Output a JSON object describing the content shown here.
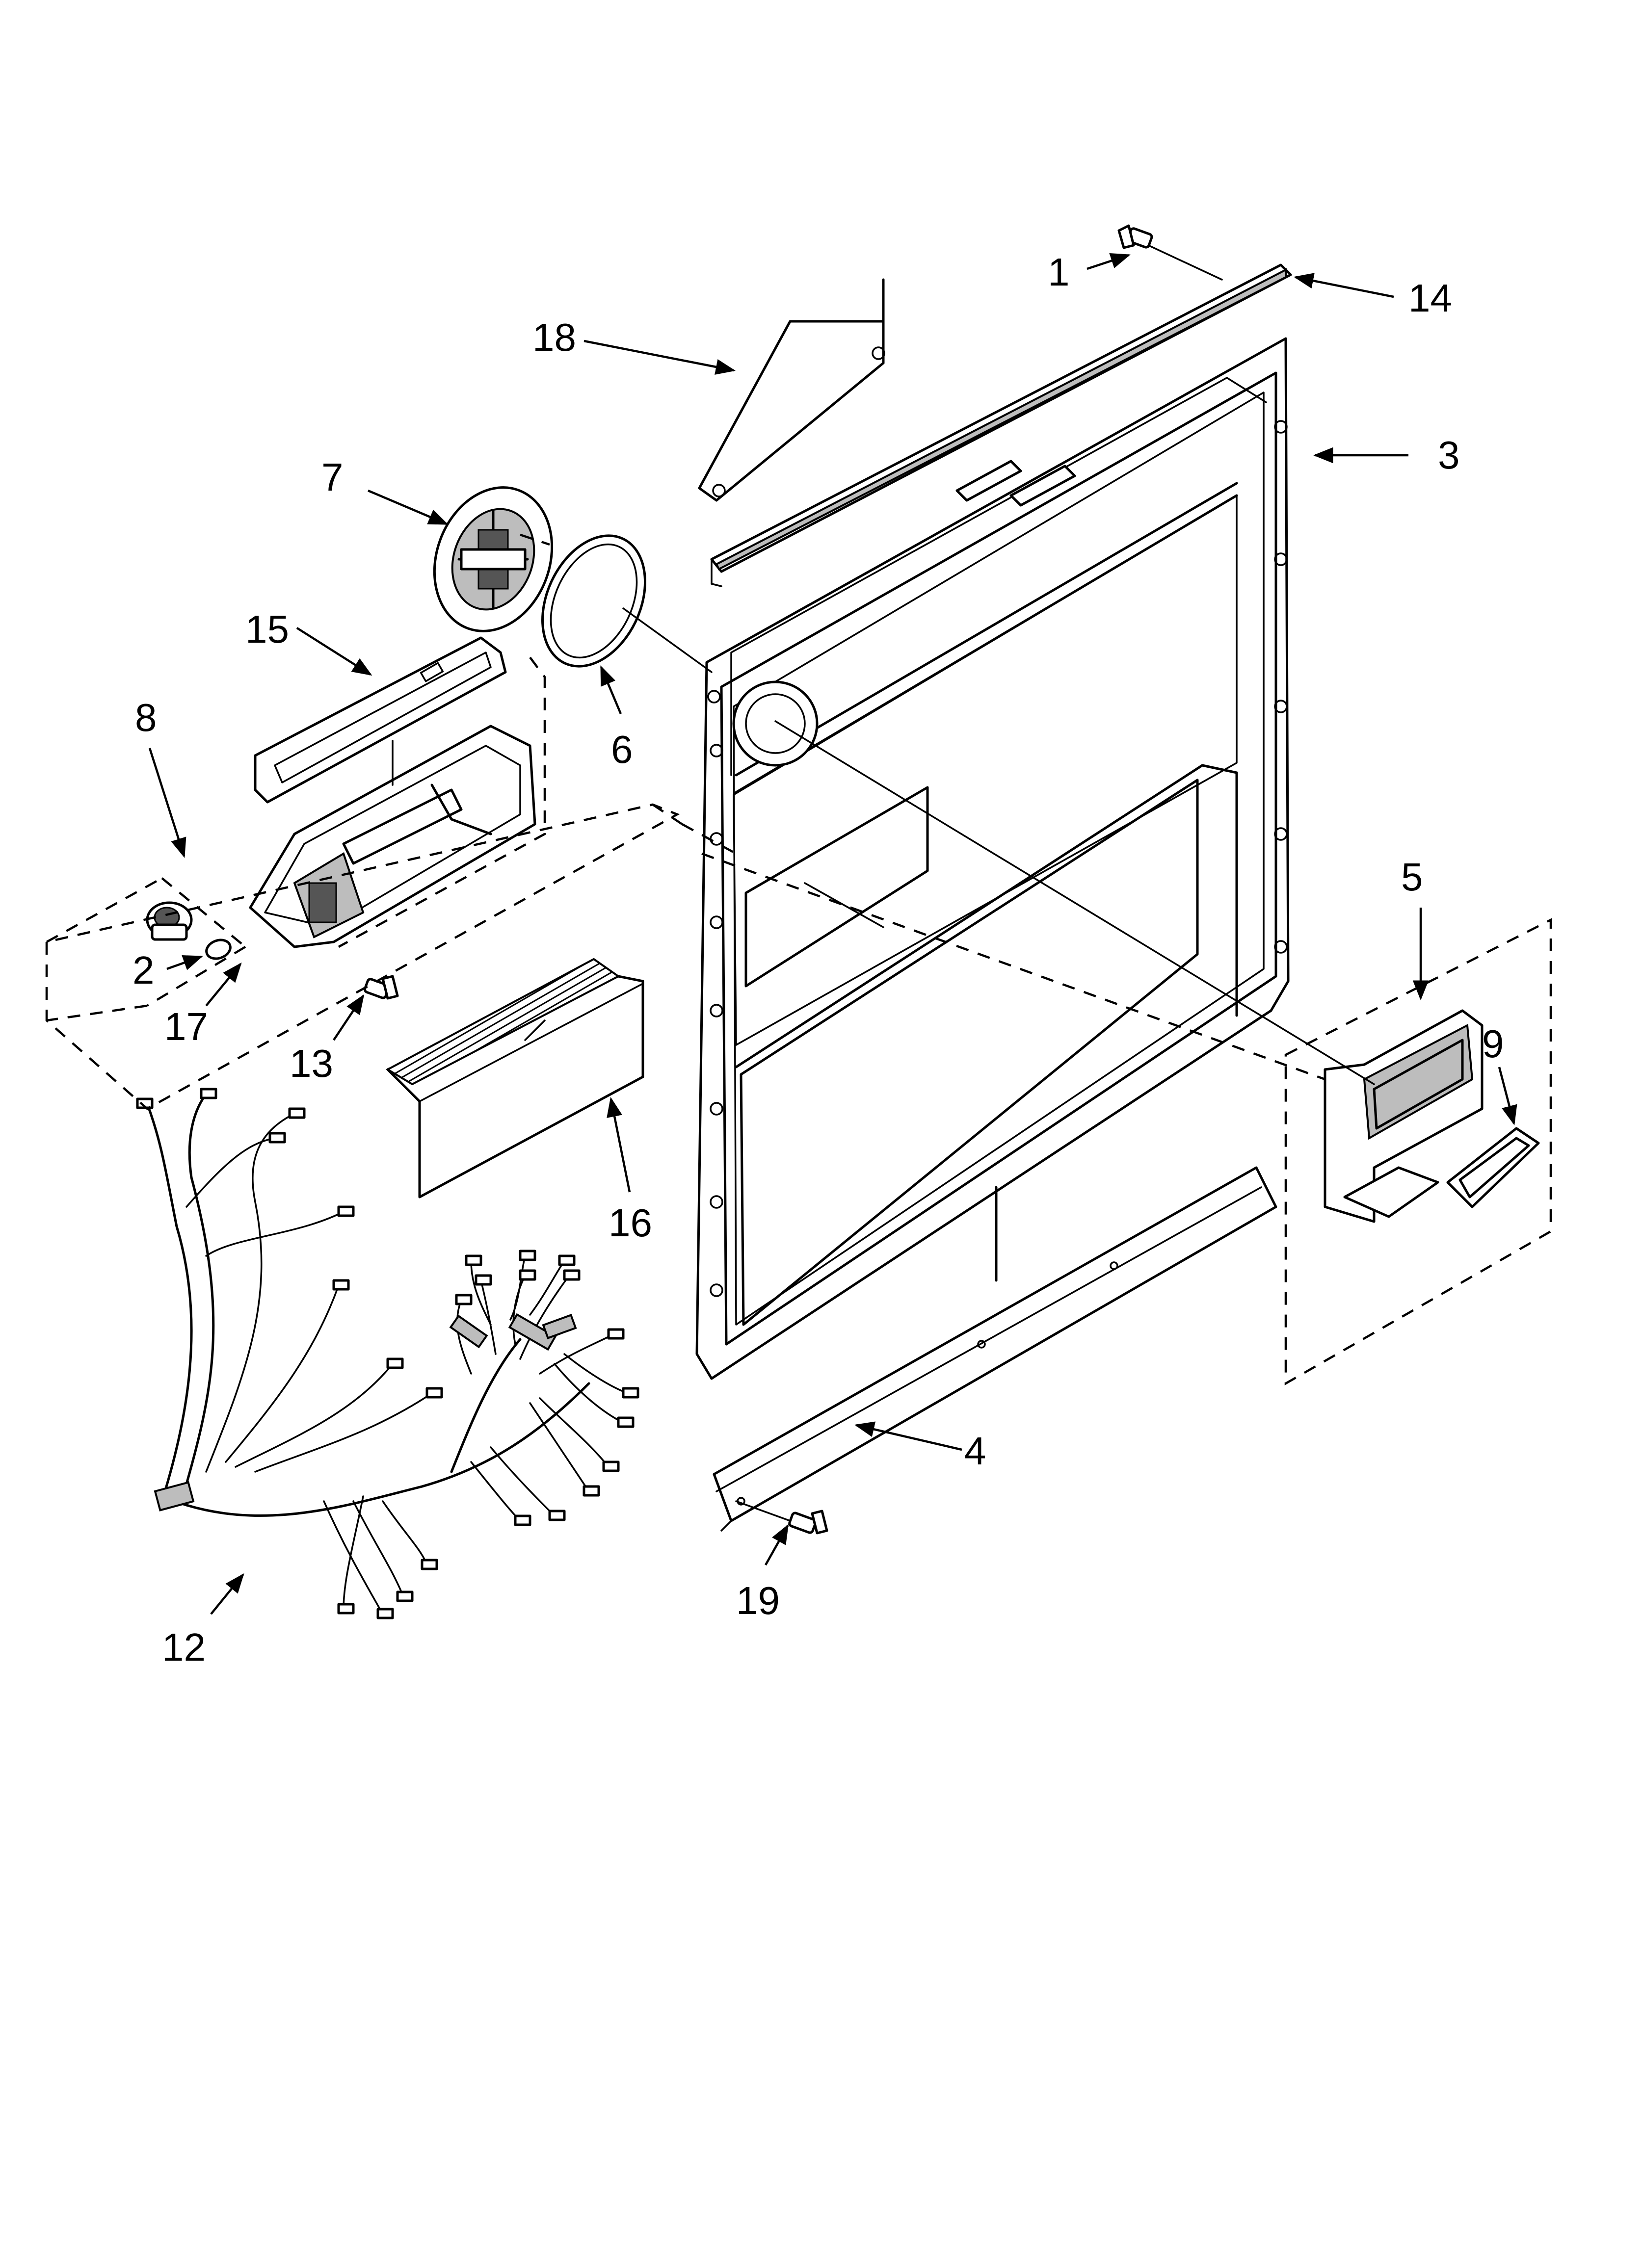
{
  "callouts": [
    {
      "id": "1",
      "label": "1"
    },
    {
      "id": "2",
      "label": "2"
    },
    {
      "id": "3",
      "label": "3"
    },
    {
      "id": "4",
      "label": "4"
    },
    {
      "id": "5",
      "label": "5"
    },
    {
      "id": "6",
      "label": "6"
    },
    {
      "id": "7",
      "label": "7"
    },
    {
      "id": "8",
      "label": "8"
    },
    {
      "id": "9",
      "label": "9"
    },
    {
      "id": "12",
      "label": "12"
    },
    {
      "id": "13",
      "label": "13"
    },
    {
      "id": "14",
      "label": "14"
    },
    {
      "id": "15",
      "label": "15"
    },
    {
      "id": "16",
      "label": "16"
    },
    {
      "id": "17",
      "label": "17"
    },
    {
      "id": "18",
      "label": "18"
    },
    {
      "id": "19",
      "label": "19"
    }
  ]
}
